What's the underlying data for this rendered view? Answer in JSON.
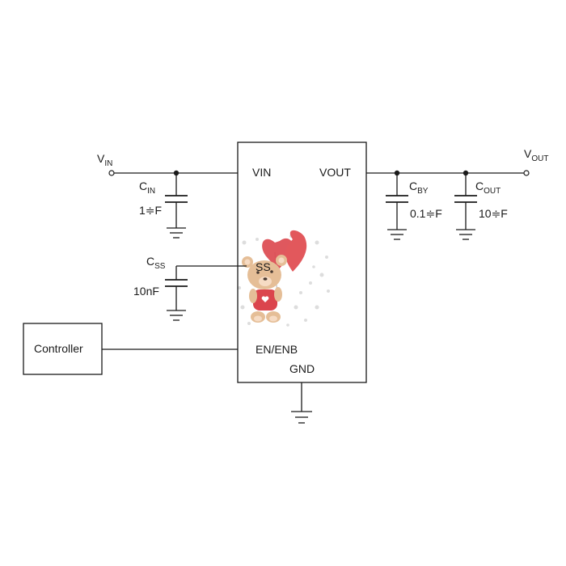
{
  "pins": {
    "vin": "VIN",
    "vout": "VOUT",
    "ss": "SS",
    "en": "EN/ENB",
    "gnd": "GND"
  },
  "terminals": {
    "vin": {
      "main": "V",
      "sub": "IN"
    },
    "vout": {
      "main": "V",
      "sub": "OUT"
    }
  },
  "capacitors": {
    "cin": {
      "main": "C",
      "sub": "IN",
      "value": "1≑F"
    },
    "cby": {
      "main": "C",
      "sub": "BY",
      "value": "0.1≑F"
    },
    "cout": {
      "main": "C",
      "sub": "OUT",
      "value": "10≑F"
    },
    "css": {
      "main": "C",
      "sub": "SS",
      "value": "10nF"
    }
  },
  "controller": {
    "label": "Controller"
  },
  "colors": {
    "line": "#1a1a1a",
    "balloon": "#d9363e",
    "bear": "#e3b98f",
    "dots": "#cfcfcf"
  },
  "watermark": {
    "type": "teddy-bear-with-heart-balloon"
  }
}
